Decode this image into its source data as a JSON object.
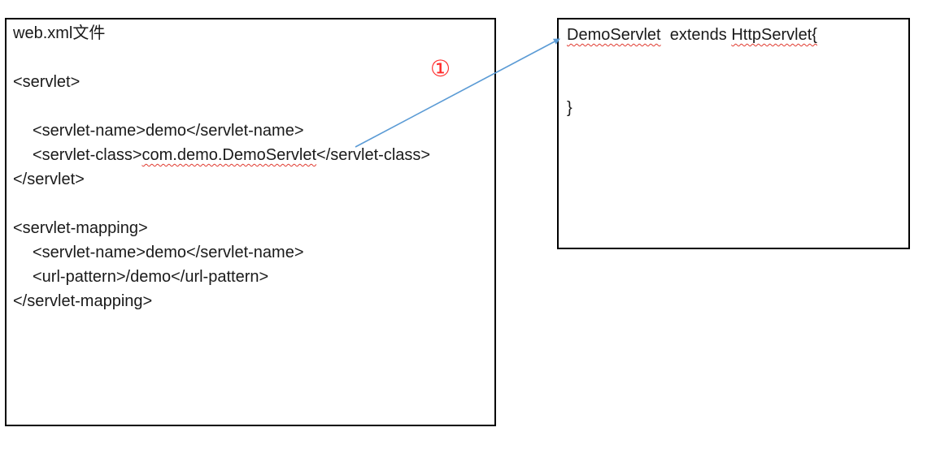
{
  "diagram": {
    "background": "#ffffff",
    "box_border_color": "#000000",
    "text_color": "#1a1a1a",
    "squiggle_color": "#e03a2f"
  },
  "left_box": {
    "title": "web.xml文件",
    "servlet_open": "<servlet>",
    "servlet_name_line": "<servlet-name>demo</servlet-name>",
    "servlet_class_pre": "<servlet-class>",
    "servlet_class_value": "com.demo.DemoServlet",
    "servlet_class_post": "</servlet-class>",
    "servlet_close": "</servlet>",
    "mapping_open": "<servlet-mapping>",
    "mapping_servlet_name_line": "<servlet-name>demo</servlet-name>",
    "mapping_url_pattern_line": "<url-pattern>/demo</url-pattern>",
    "mapping_close": "</servlet-mapping>"
  },
  "right_box": {
    "class_name": "DemoServlet",
    "extends_text": "  extends ",
    "superclass": "HttpServlet{",
    "closing_brace": "}"
  },
  "annotation": {
    "step_label": "①",
    "step_color": "#ff2a2a",
    "arrow_color": "#5b9bd5"
  }
}
